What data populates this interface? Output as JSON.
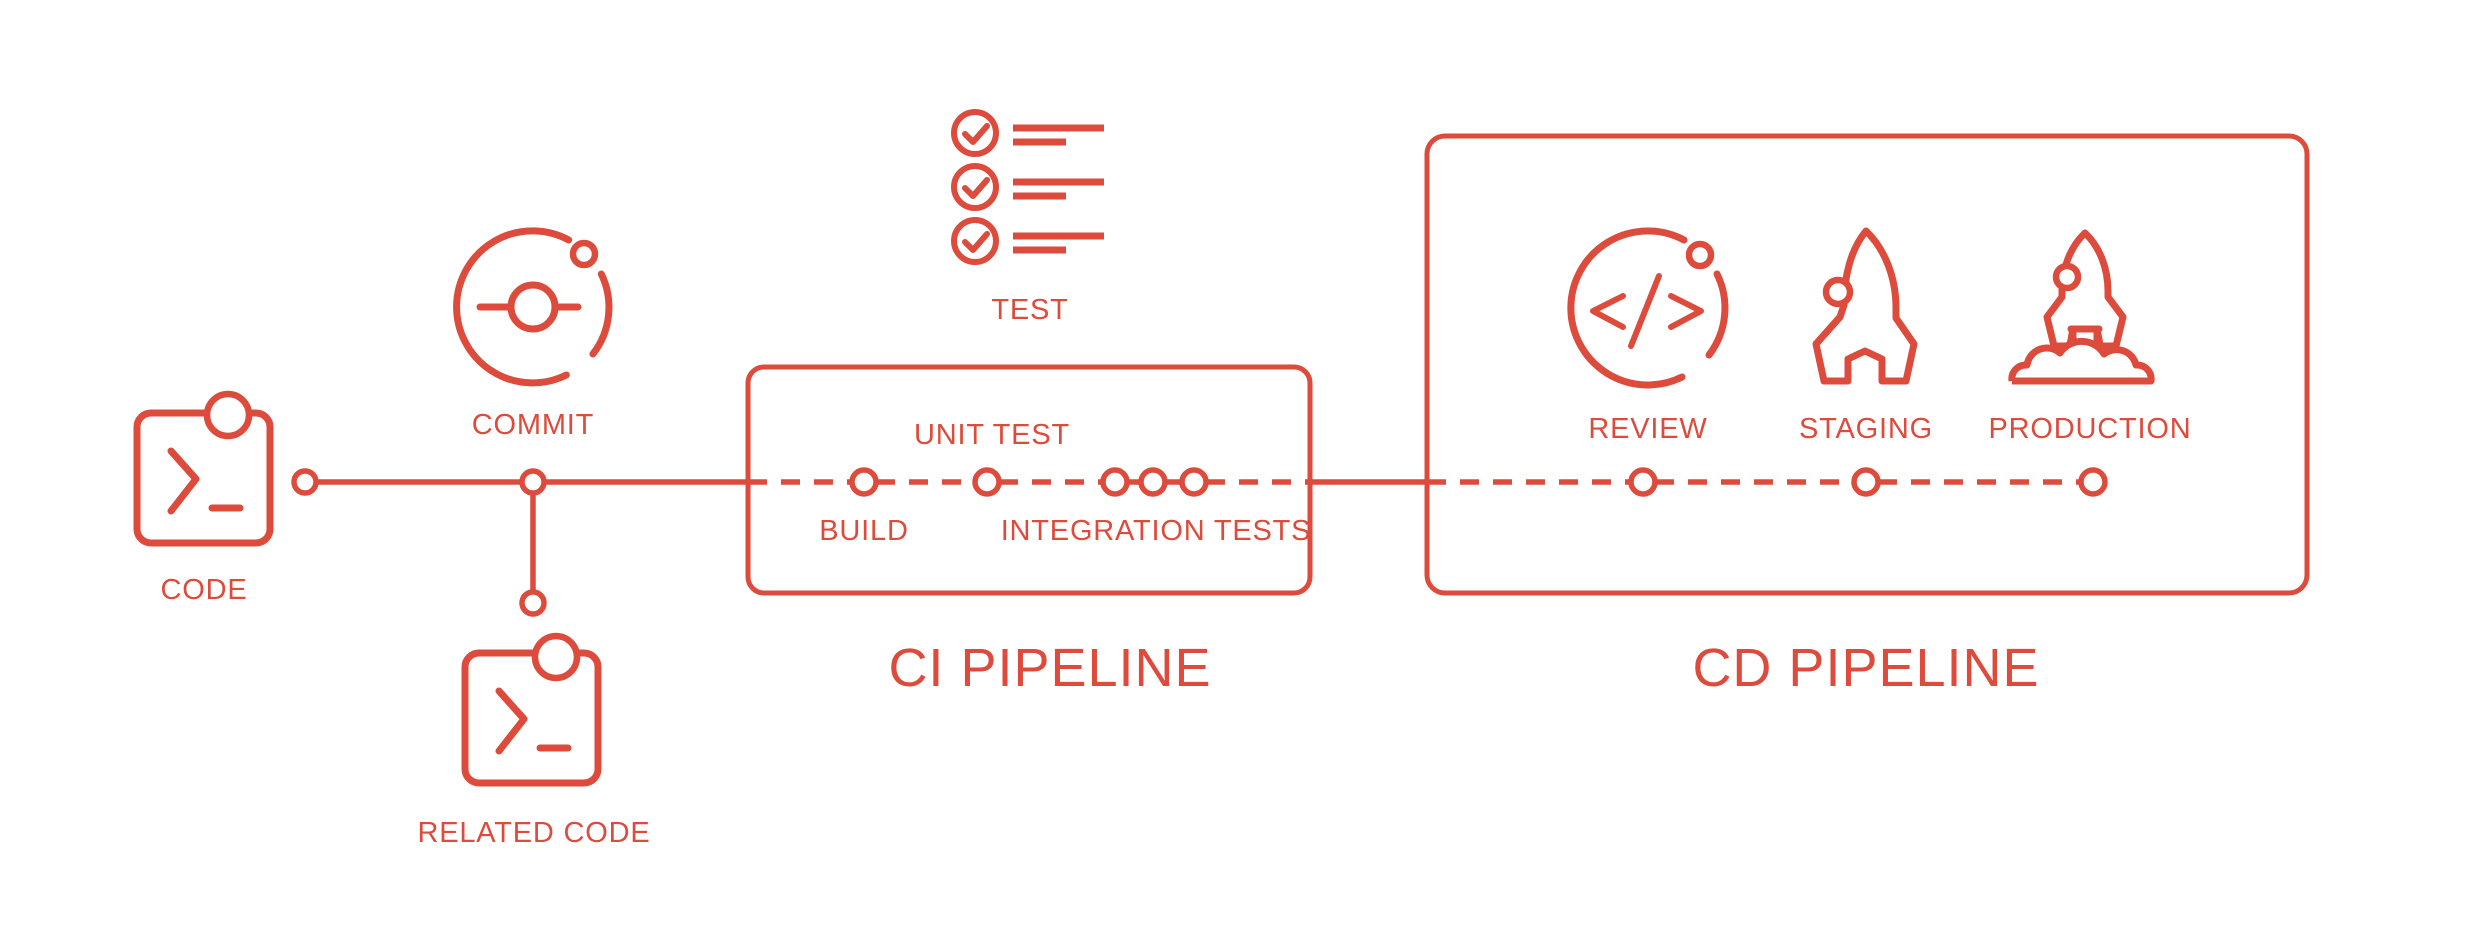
{
  "diagram": {
    "accent": "#DC4B3B",
    "background": "#FFFFFF",
    "code": {
      "label": "CODE"
    },
    "commit": {
      "label": "COMMIT"
    },
    "related_code": {
      "label": "RELATED CODE"
    },
    "test": {
      "label": "TEST"
    },
    "ci": {
      "title": "CI PIPELINE",
      "build_label": "BUILD",
      "unit_test_label": "UNIT TEST",
      "integration_tests_label": "INTEGRATION TESTS"
    },
    "cd": {
      "title": "CD PIPELINE",
      "review_label": "REVIEW",
      "staging_label": "STAGING",
      "production_label": "PRODUCTION"
    }
  }
}
